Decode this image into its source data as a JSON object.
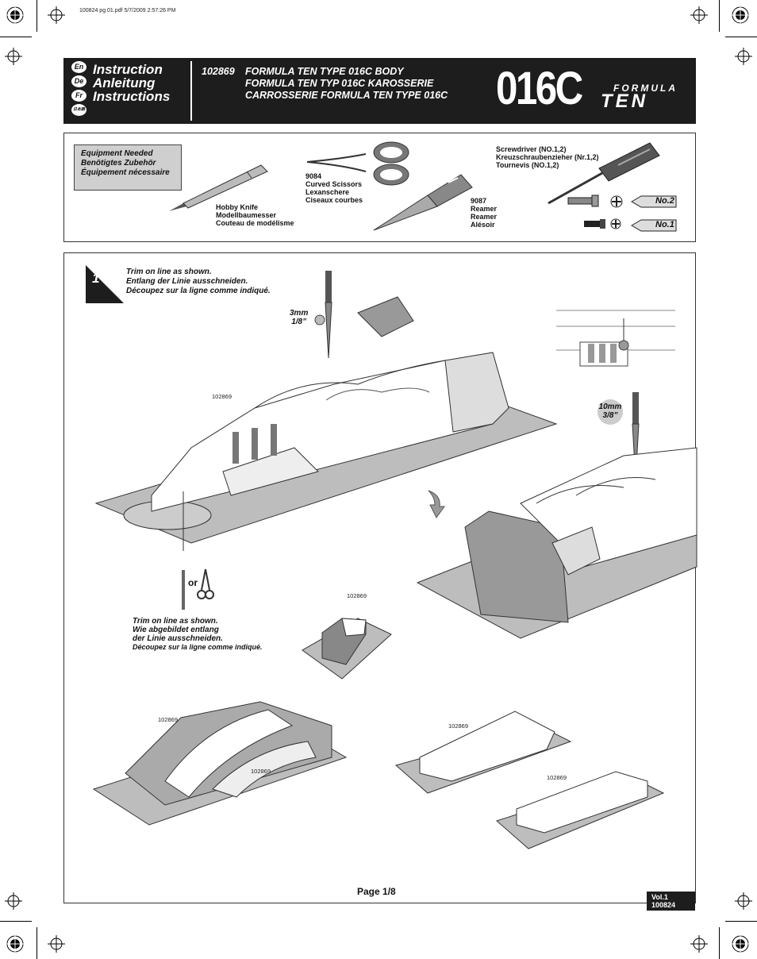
{
  "file_stamp": "100824 pg 01.pdf  5/7/2009  2:57:26 PM",
  "header": {
    "languages": [
      "En",
      "De",
      "Fr",
      "日本語"
    ],
    "instruction_lines": [
      "Instruction",
      "Anleitung",
      "Instructions"
    ],
    "part_number": "102869",
    "titles": [
      "FORMULA TEN TYPE 016C BODY",
      "FORMULA TEN TYP 016C KAROSSERIE",
      "CARROSSERIE FORMULA TEN TYPE 016C"
    ],
    "model": "016C",
    "logo_top": "FORMULA",
    "logo_bottom": "TEN"
  },
  "equipment": {
    "heading": [
      "Equipment Needed",
      "Benötigtes Zubehör",
      "Équipement nécessaire"
    ],
    "hobby_knife": [
      "Hobby Knife",
      "Modellbaumesser",
      "Couteau de modélisme"
    ],
    "scissors": [
      "9084",
      "Curved Scissors",
      "Lexanschere",
      "Ciseaux courbes"
    ],
    "reamer": [
      "9087",
      "Reamer",
      "Reamer",
      "Alésoir"
    ],
    "screwdriver": [
      "Screwdriver (NO.1,2)",
      "Kreuzschraubenzieher (Nr.1,2)",
      "Tournevis (NO.1,2)"
    ],
    "bit_no2": "No.2",
    "bit_no1": "No.1"
  },
  "step1": {
    "number": "1",
    "instruction_top": [
      "Trim on line as shown.",
      "Entlang der Linie ausschneiden.",
      "Découpez sur la ligne comme indiqué."
    ],
    "hole_small": [
      "3mm",
      "1/8”"
    ],
    "hole_large": [
      "10mm",
      "3/8”"
    ],
    "part_label": "102869",
    "or_label": "or",
    "instruction_bottom": [
      "Trim on line as shown.",
      "Wie abgebildet entlang",
      " der Linie ausschneiden.",
      "Découpez sur la ligne comme indiqué."
    ]
  },
  "footer": {
    "page": "Page  1/8",
    "volume": "Vol.1 100824"
  },
  "colors": {
    "header_bg": "#1d1d1d",
    "tray_gray": "#bdbdbd",
    "equipment_box": "#cfcfcf"
  }
}
